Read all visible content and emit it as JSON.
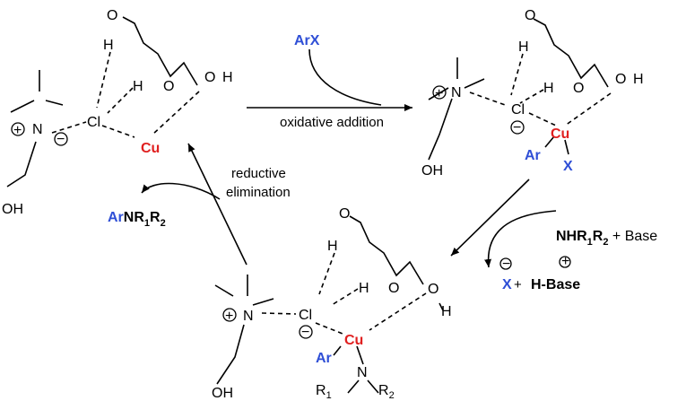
{
  "colors": {
    "aryl": "#2f4fd6",
    "copper": "#e02020",
    "ink": "#000000"
  },
  "atoms": {
    "O": "O",
    "OH": "OH",
    "H": "H",
    "N": "N",
    "Cl": "Cl",
    "Cu": "Cu",
    "Ar": "Ar",
    "X": "X",
    "plus": "+",
    "minus": "−"
  },
  "substituents": {
    "R": "R",
    "sub1": "1",
    "sub2": "2"
  },
  "reagents": {
    "arx": "ArX",
    "amine_main": "NHR",
    "amine_tail": " + Base",
    "byproduct_x": "X",
    "byproduct_plus": " + ",
    "byproduct_hbase": "H-Base",
    "product_ar": "Ar",
    "product_nr": "NR"
  },
  "steps": {
    "oxidative_addition": "oxidative addition",
    "reductive_line1": "reductive",
    "reductive_line2": "elimination"
  }
}
